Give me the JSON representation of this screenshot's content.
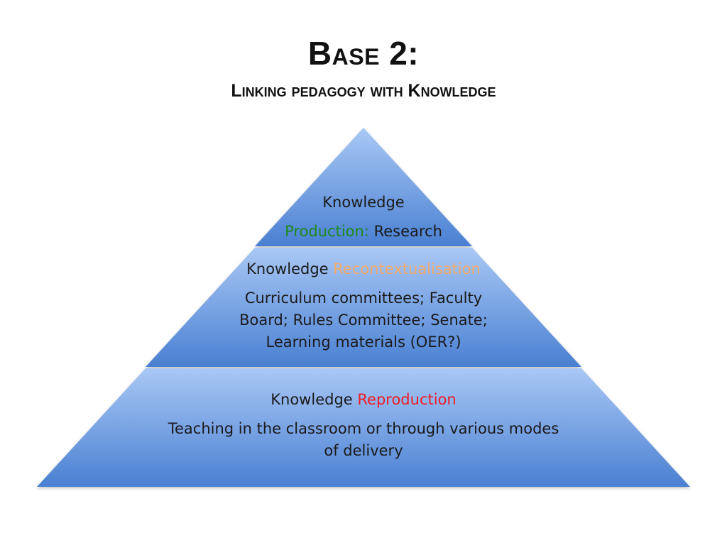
{
  "slide": {
    "title": "Base 2:",
    "subtitle": "Linking pedagogy with Knowledge"
  },
  "pyramid": {
    "top": {
      "line1": "Knowledge",
      "term": "Production:",
      "term_color": "#1e8a1e",
      "rest": "Research"
    },
    "middle": {
      "prefix": "Knowledge",
      "term": "Recontextualisation",
      "term_color": "#f5a96a",
      "description": "Curriculum committees; Faculty Board; Rules Committee; Senate; Learning materials (OER?)"
    },
    "bottom": {
      "prefix": "Knowledge",
      "term": "Reproduction",
      "term_color": "#ee1c25",
      "description": "Teaching in the classroom or through various modes of delivery"
    },
    "colors": {
      "fill_light": "#a9c8f5",
      "fill_dark": "#4a80d2"
    }
  }
}
